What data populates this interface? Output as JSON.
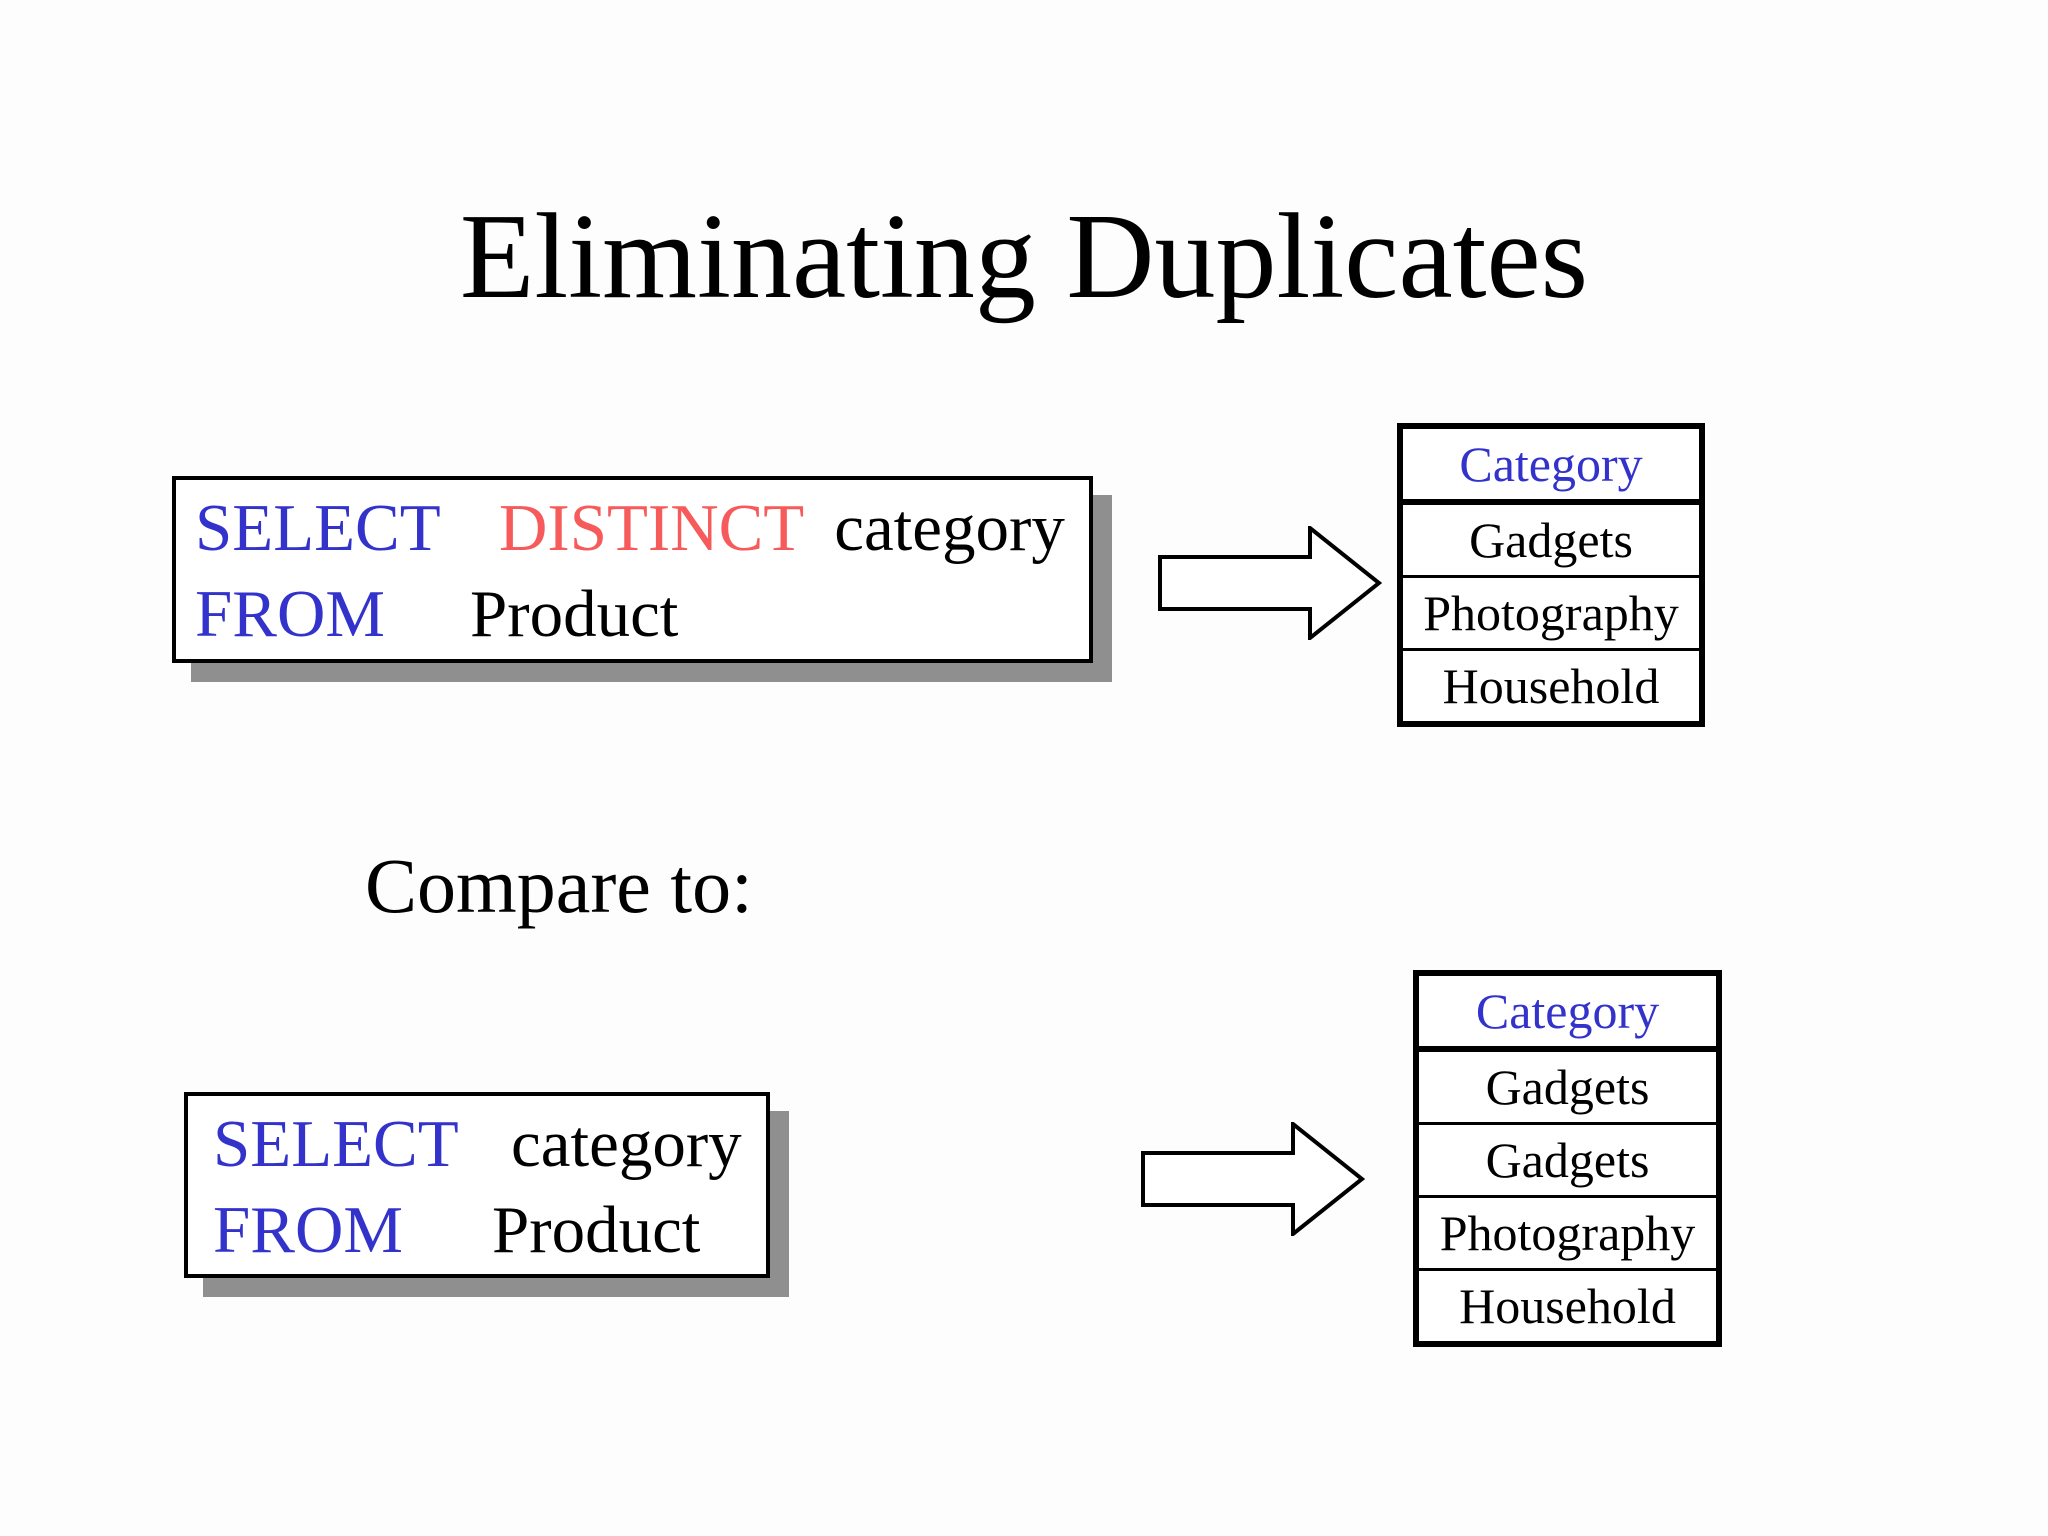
{
  "slide": {
    "title": "Eliminating Duplicates",
    "compare_label": "Compare to:"
  },
  "query_distinct": {
    "select_keyword": "SELECT",
    "distinct_keyword": "DISTINCT",
    "select_argument": "category",
    "from_keyword": "FROM",
    "from_argument": "Product"
  },
  "query_plain": {
    "select_keyword": "SELECT",
    "select_argument": "category",
    "from_keyword": "FROM",
    "from_argument": "Product"
  },
  "result_distinct": {
    "header": "Category",
    "rows": [
      "Gadgets",
      "Photography",
      "Household"
    ]
  },
  "result_plain": {
    "header": "Category",
    "rows": [
      "Gadgets",
      "Gadgets",
      "Photography",
      "Household"
    ]
  },
  "icons": {
    "arrow": "right-block-arrow"
  },
  "colors": {
    "keyword_blue": "#3333CC",
    "distinct_red": "#F65A5A",
    "shadow_gray": "#8F8F8F",
    "background": "#FDFDFD"
  }
}
